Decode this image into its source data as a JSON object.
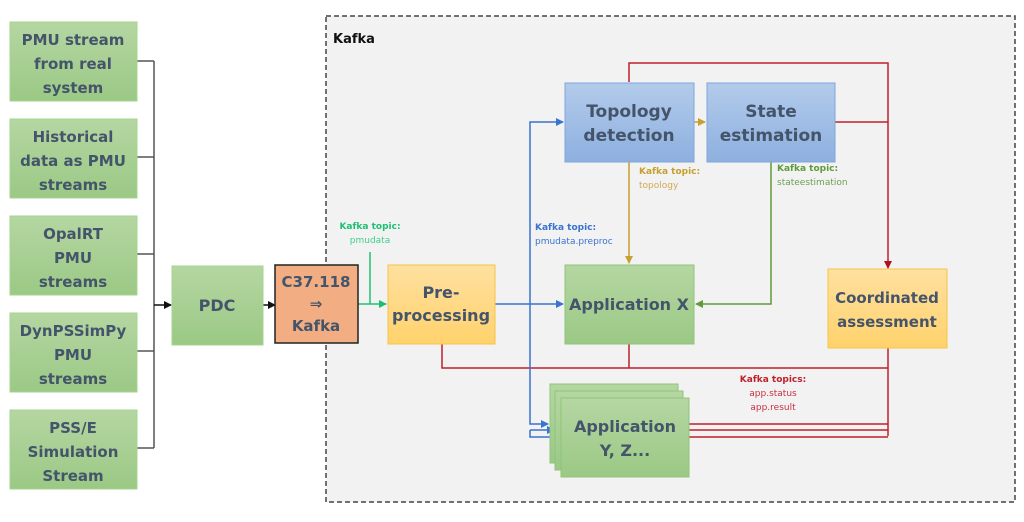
{
  "colors": {
    "green_fill_top": "#b4d5a0",
    "green_fill_bottom": "#9cc987",
    "green_border": "#8fc47a",
    "blue_fill_top": "#b0c9ea",
    "blue_fill_bottom": "#8fb1e0",
    "blue_border": "#7ea6dc",
    "yellow_fill_top": "#ffdf9a",
    "yellow_fill_bottom": "#ffd36e",
    "yellow_border": "#f5c444",
    "orange_fill": "#f2ae82",
    "text": "#44546a",
    "line_black": "#222222",
    "line_gray": "#555555",
    "line_green": "#1fbf73",
    "line_blue": "#3a73d0",
    "line_gold": "#c8a030",
    "line_olive": "#5f9a3c",
    "line_red": "#c0202a",
    "kafka_bg": "#f2f2f2"
  },
  "sources": [
    {
      "lines": [
        "PMU stream",
        "from real",
        "system"
      ]
    },
    {
      "lines": [
        "Historical",
        "data as PMU",
        "streams"
      ]
    },
    {
      "lines": [
        "OpalRT",
        "PMU",
        "streams"
      ]
    },
    {
      "lines": [
        "DynPSSimPy",
        "PMU",
        "streams"
      ]
    },
    {
      "lines": [
        "PSS/E",
        "Simulation",
        "Stream"
      ]
    }
  ],
  "pdc": {
    "lines": [
      "PDC"
    ]
  },
  "converter": {
    "lines": [
      "C37.118",
      "⇒",
      "Kafka"
    ]
  },
  "kafka_region": {
    "title": "Kafka"
  },
  "nodes": {
    "preprocessing": {
      "lines": [
        "Pre-",
        "processing"
      ]
    },
    "topology": {
      "lines": [
        "Topology",
        "detection"
      ]
    },
    "state": {
      "lines": [
        "State",
        "estimation"
      ]
    },
    "app_x": {
      "lines": [
        "Application X"
      ]
    },
    "app_yz": {
      "lines": [
        "Application",
        "Y, Z..."
      ]
    },
    "coordinated": {
      "lines": [
        "Coordinated",
        "assessment"
      ]
    }
  },
  "topics": {
    "pmudata": {
      "title": "Kafka topic:",
      "names": [
        "pmudata"
      ]
    },
    "preproc": {
      "title": "Kafka topic:",
      "names": [
        "pmudata.preproc"
      ]
    },
    "topology": {
      "title": "Kafka topic:",
      "names": [
        "topology"
      ]
    },
    "stateestimation": {
      "title": "Kafka topic:",
      "names": [
        "stateestimation"
      ]
    },
    "app": {
      "title": "Kafka topics:",
      "names": [
        "app.status",
        "app.result"
      ]
    }
  }
}
